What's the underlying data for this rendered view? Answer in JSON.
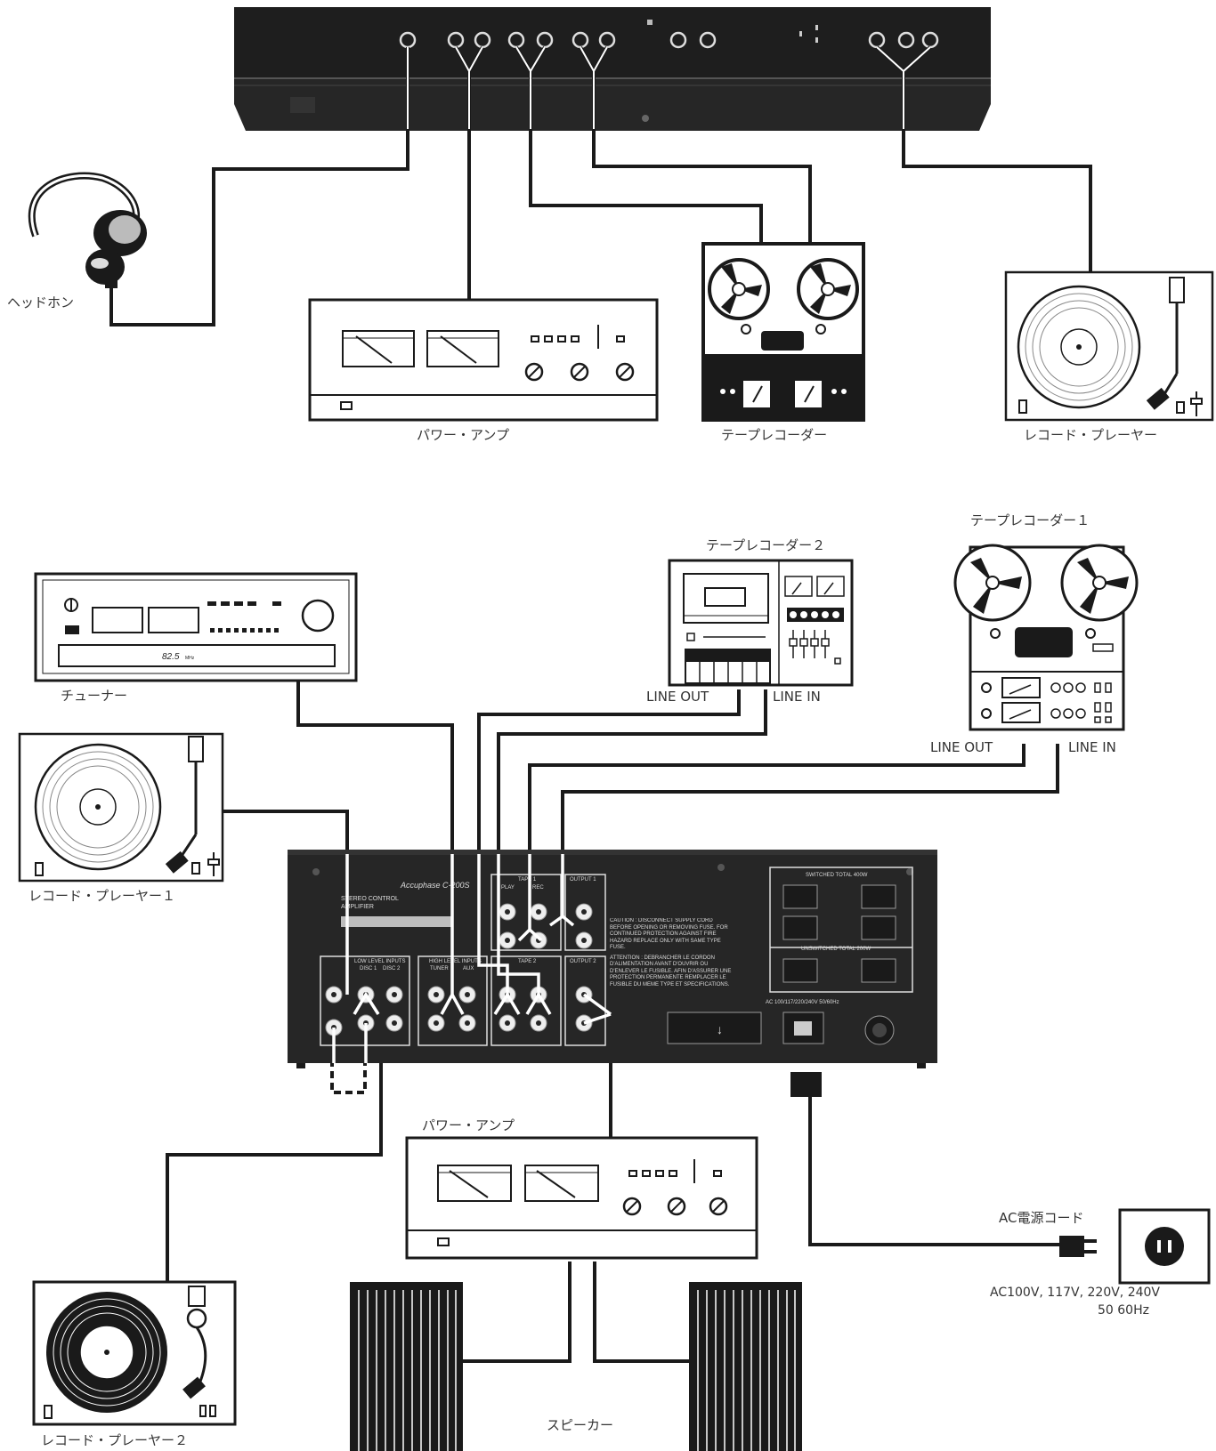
{
  "top_section": {
    "headphone_label": "ヘッドホン",
    "power_amp_label": "パワー・アンプ",
    "tape_recorder_label": "テープレコーダー",
    "record_player_label": "レコード・プレーヤー"
  },
  "bottom_section": {
    "tuner_label": "チューナー",
    "tuner_display": "82.5",
    "tuner_unit": "MHz",
    "tape_recorder_2_label": "テープレコーダー２",
    "tape_recorder_1_label": "テープレコーダー１",
    "line_out_label": "LINE  OUT",
    "line_in_label": "LINE  IN",
    "record_player_1_label": "レコード・プレーヤー１",
    "record_player_2_label": "レコード・プレーヤー２",
    "power_amp_label": "パワー・アンプ",
    "speaker_label": "スピーカー",
    "ac_cord_label": "AC電源コード",
    "ac_voltage_label": "AC100V, 117V, 220V, 240V",
    "ac_freq_label": "50 60Hz"
  },
  "rear_panel": {
    "brand": "Accuphase C-200S",
    "title_lines": [
      "STEREO CONTROL",
      "AMPLIFIER"
    ],
    "low_level_inputs": "LOW LEVEL INPUTS",
    "disc1": "DISC 1",
    "disc2": "DISC 2",
    "high_level_inputs": "HIGH LEVEL INPUTS",
    "tuner": "TUNER",
    "aux": "AUX",
    "tape2": "TAPE 2",
    "tape1": "TAPE 1",
    "play": "PLAY",
    "rec": "REC",
    "output1": "OUTPUT 1",
    "output2": "OUTPUT 2",
    "switched": "SWITCHED TOTAL 400W",
    "unswitched": "UNSWITCHED TOTAL 200W",
    "caution": "CAUTION : DISCONNECT SUPPLY CORD BEFORE OPENING OR REMOVING FUSE. FOR CONTINUED PROTECTION AGAINST FIRE HAZARD REPLACE ONLY WITH SAME TYPE FUSE.",
    "attention": "ATTENTION : DEBRANCHER LE CORDON D'ALIMENTATION AVANT D'OUVRIR OU D'ENLEVER LE FUSIBLE. AFIN D'ASSURER UNE PROTECTION PERMANENTE REMPLACER LE FUSIBLE DU MEME TYPE ET SPECIFICATIONS.",
    "ac_line": "AC 100/117/220/240V 50/60Hz"
  },
  "colors": {
    "panel": "#2a2a2a",
    "ink": "#1a1a1a",
    "label": "#333333",
    "background": "#ffffff"
  }
}
